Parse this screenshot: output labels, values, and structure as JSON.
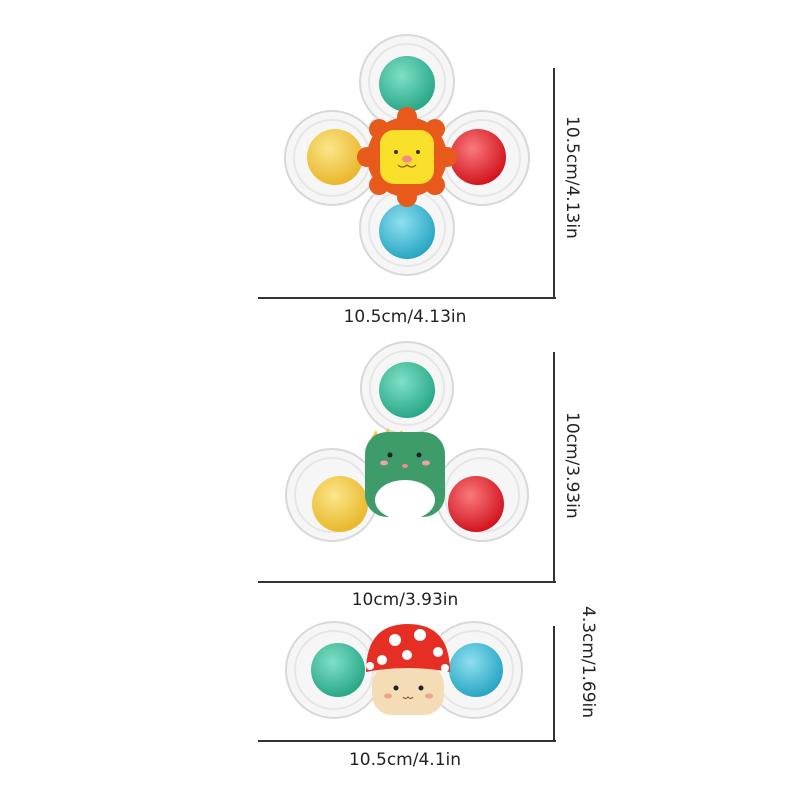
{
  "colors": {
    "line": "#333333",
    "frame": "#f4f4f4",
    "frame_edge": "#d9d9d9",
    "teal": "#3fbf9f",
    "blue": "#3fb4d0",
    "yellow": "#f2cc45",
    "red": "#e3232e",
    "lion_mane": "#e85a1c",
    "lion_face": "#f8df2a",
    "dino_green": "#3d9c6a",
    "dino_spikes": "#f0c640",
    "mushroom_cap": "#e62e24",
    "mushroom_face": "#f4dcb6"
  },
  "toys": [
    {
      "name": "Lion spinner",
      "width_label": "10.5cm/4.13in",
      "height_label": "10.5cm/4.13in",
      "balls": [
        "teal",
        "yellow",
        "red",
        "blue"
      ]
    },
    {
      "name": "Dinosaur spinner",
      "width_label": "10cm/3.93in",
      "height_label": "10cm/3.93in",
      "balls": [
        "teal",
        "yellow",
        "red"
      ]
    },
    {
      "name": "Mushroom spinner",
      "width_label": "10.5cm/4.1in",
      "height_label": "4.3cm/1.69in",
      "balls": [
        "teal",
        "blue"
      ]
    }
  ]
}
